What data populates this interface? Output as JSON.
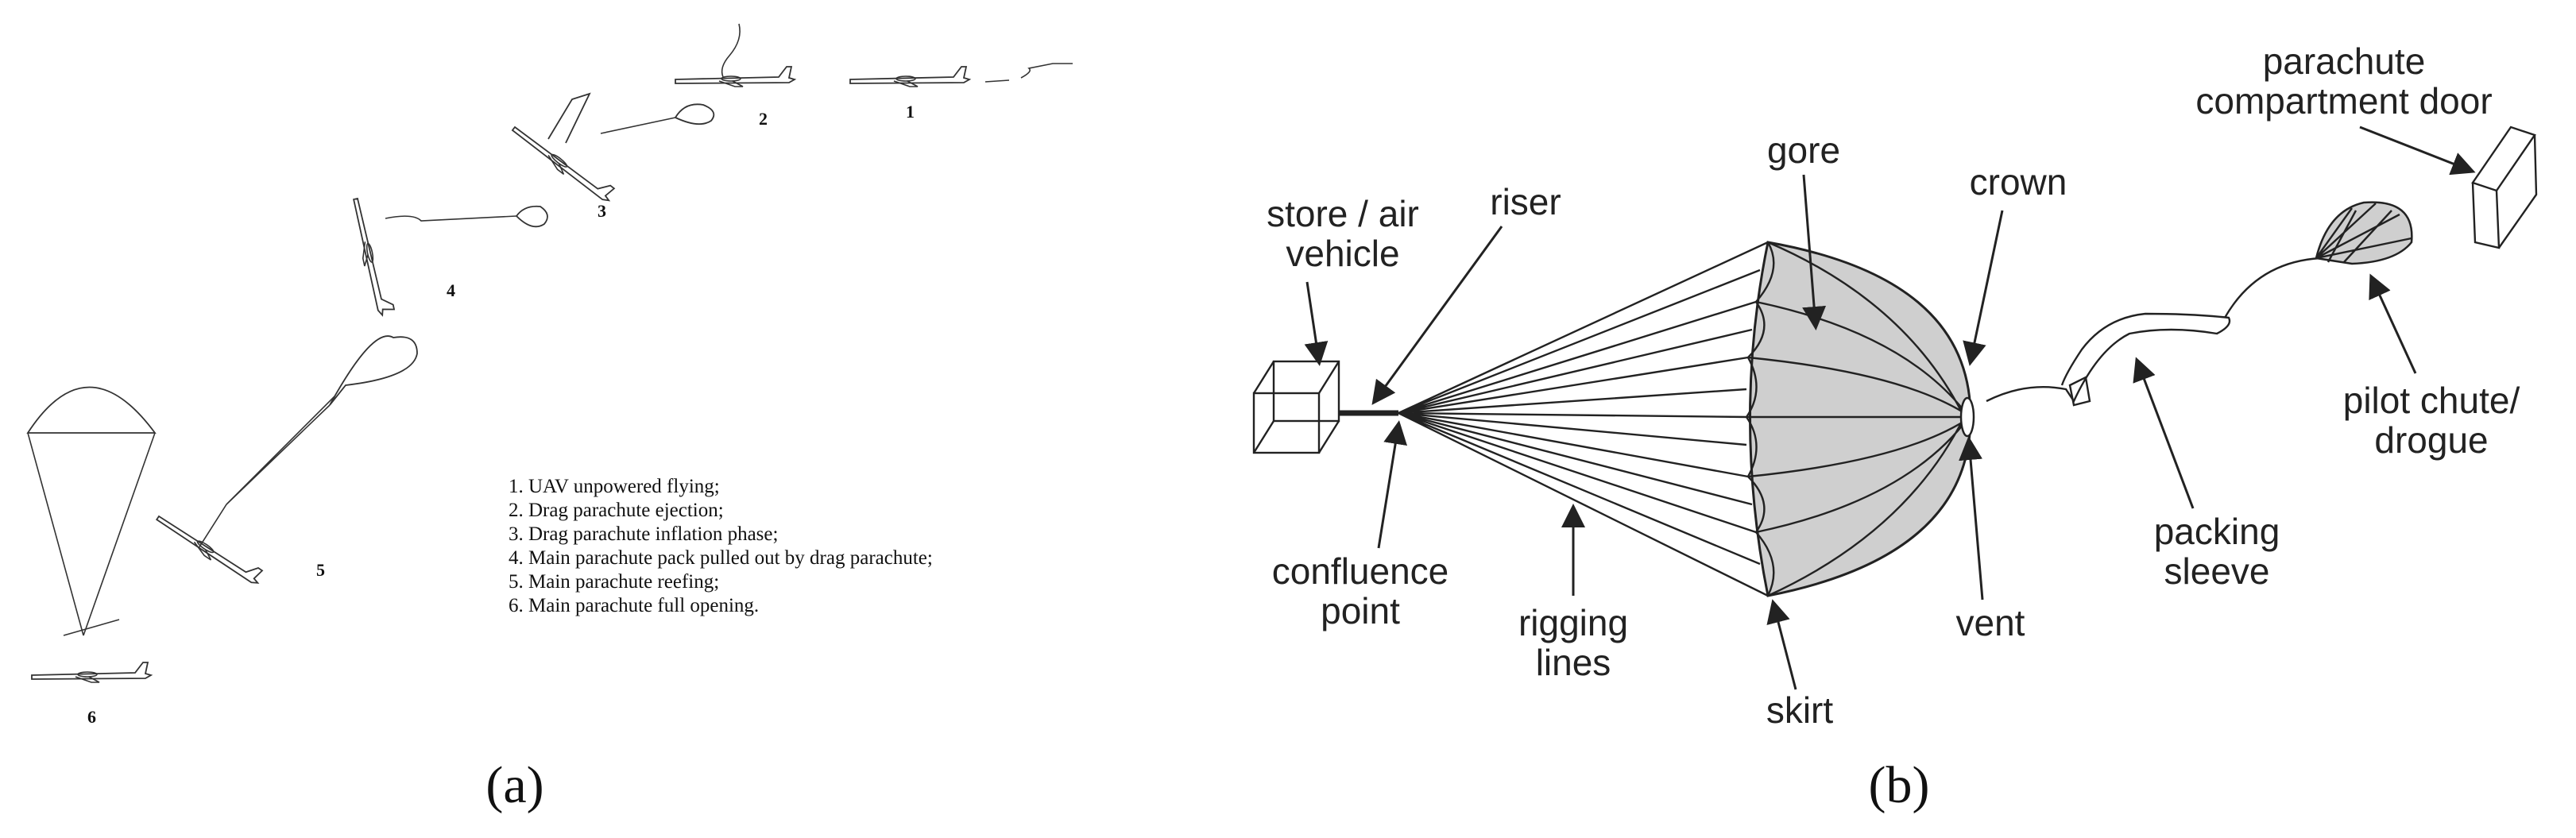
{
  "panel_a": {
    "caption": "(a)",
    "step_numbers": [
      "1",
      "2",
      "3",
      "4",
      "5",
      "6"
    ],
    "legend": [
      "1. UAV unpowered flying;",
      "2. Drag parachute ejection;",
      "3. Drag parachute inflation phase;",
      "4. Main parachute pack pulled out by drag parachute;",
      "5. Main parachute reefing;",
      "6. Main parachute full opening."
    ]
  },
  "panel_b": {
    "caption": "(b)",
    "labels": {
      "store_air_vehicle": [
        "store / air",
        "vehicle"
      ],
      "riser": "riser",
      "gore": "gore",
      "crown": "crown",
      "compartment_door": [
        "parachute",
        "compartment door"
      ],
      "pilot_chute": [
        "pilot chute/",
        "drogue"
      ],
      "packing_sleeve": [
        "packing",
        "sleeve"
      ],
      "vent": "vent",
      "skirt": "skirt",
      "rigging_lines": [
        "rigging",
        "lines"
      ],
      "confluence_point": [
        "confluence",
        "point"
      ]
    }
  }
}
